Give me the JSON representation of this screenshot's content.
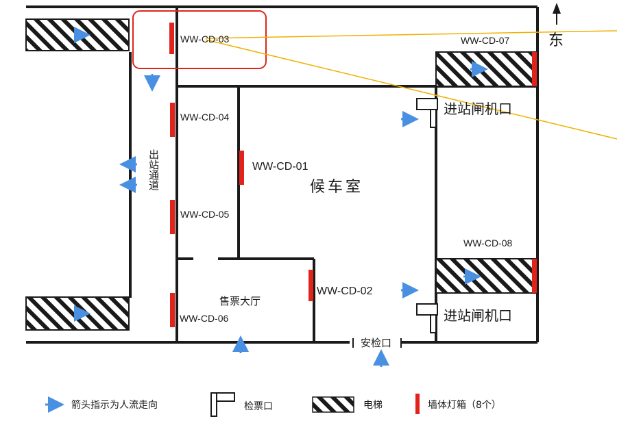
{
  "compass": {
    "label": "东"
  },
  "rooms": {
    "waiting_room": "候车室",
    "ticket_hall": "售票大厅",
    "exit_passage": "出站通道",
    "gate_entrance_top": "进站闸机口",
    "gate_entrance_bottom": "进站闸机口",
    "security_check": "安检口"
  },
  "lightboxes": [
    {
      "id": "WW-CD-01"
    },
    {
      "id": "WW-CD-02"
    },
    {
      "id": "WW-CD-03"
    },
    {
      "id": "WW-CD-04"
    },
    {
      "id": "WW-CD-05"
    },
    {
      "id": "WW-CD-06"
    },
    {
      "id": "WW-CD-07"
    },
    {
      "id": "WW-CD-08"
    }
  ],
  "legend": {
    "arrow": "箭头指示为人流走向",
    "ticket_check": "检票口",
    "escalator": "电梯",
    "lightbox": "墙体灯箱（8个）"
  },
  "colors": {
    "wall": "#1a1a1a",
    "lightbox": "#e0241b",
    "arrow": "#4a90e2",
    "highlight": "#e0241b",
    "callout": "#f0b000"
  }
}
